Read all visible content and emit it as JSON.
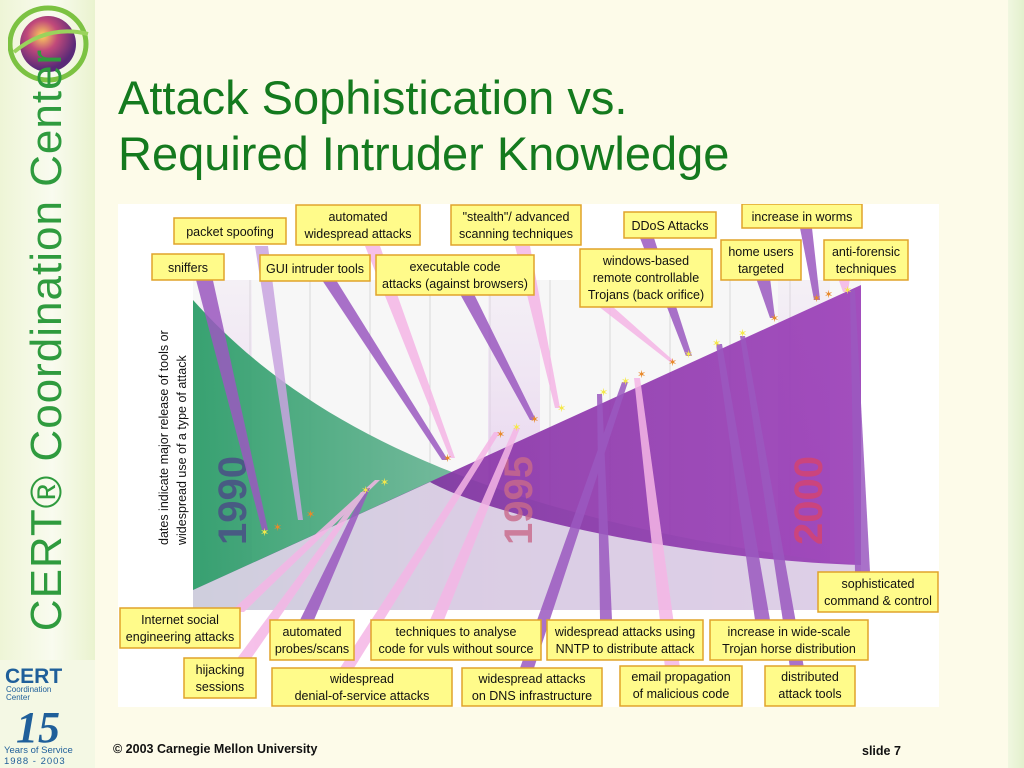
{
  "slide": {
    "title_line1": "Attack Sophistication vs.",
    "title_line2": "Required Intruder Knowledge",
    "footer_copyright": "© 2003 Carnegie Mellon University",
    "footer_slide": "slide 7"
  },
  "branding": {
    "vertical_text": "CERT® Coordination Center",
    "badge_title": "CERT",
    "badge_subtitle1": "Coordination",
    "badge_subtitle2": "Center",
    "badge_number": "15",
    "badge_years": "Years of Service",
    "badge_range": "1988 - 2003",
    "colors": {
      "title": "#147a1e",
      "logo_text": "#2f9b3e",
      "badge_blue": "#1f5f9a"
    }
  },
  "chart": {
    "y_note_line1": "dates indicate major release of  tools or",
    "y_note_line2": "widespread use of a type of attack",
    "year_1990": "1990",
    "year_1995": "1995",
    "year_2000": "2000",
    "top_labels": {
      "packet_spoofing": "packet spoofing",
      "sniffers": "sniffers",
      "automated_1": "automated",
      "automated_2": "widespread attacks",
      "gui_tools": "GUI intruder tools",
      "exec_1": "executable code",
      "exec_2": "attacks (against browsers)",
      "stealth_1": "\"stealth\"/ advanced",
      "stealth_2": "scanning techniques",
      "ddos": "DDoS Attacks",
      "win_1": "windows-based",
      "win_2": "remote controllable",
      "win_3": "Trojans (back orifice)",
      "home_1": "home users",
      "home_2": "targeted",
      "worms": "increase in worms",
      "antif_1": "anti-forensic",
      "antif_2": "techniques"
    },
    "bottom_labels": {
      "soph_1": "sophisticated",
      "soph_2": "command & control",
      "social_1": "Internet social",
      "social_2": "engineering attacks",
      "probes_1": "automated",
      "probes_2": "probes/scans",
      "tech_1": "techniques to analyse",
      "tech_2": "code for vuls without source",
      "nntp_1": "widespread attacks using",
      "nntp_2": "NNTP to distribute attack",
      "trojan_1": "increase in wide-scale",
      "trojan_2": "Trojan horse distribution",
      "hijack_1": "hijacking",
      "hijack_2": "sessions",
      "dos_1": "widespread",
      "dos_2": "denial-of-service  attacks",
      "dns_1": "widespread attacks",
      "dns_2": "on DNS infrastructure",
      "email_1": "email propagation",
      "email_2": "of malicious code",
      "dist_1": "distributed",
      "dist_2": "attack tools"
    }
  }
}
